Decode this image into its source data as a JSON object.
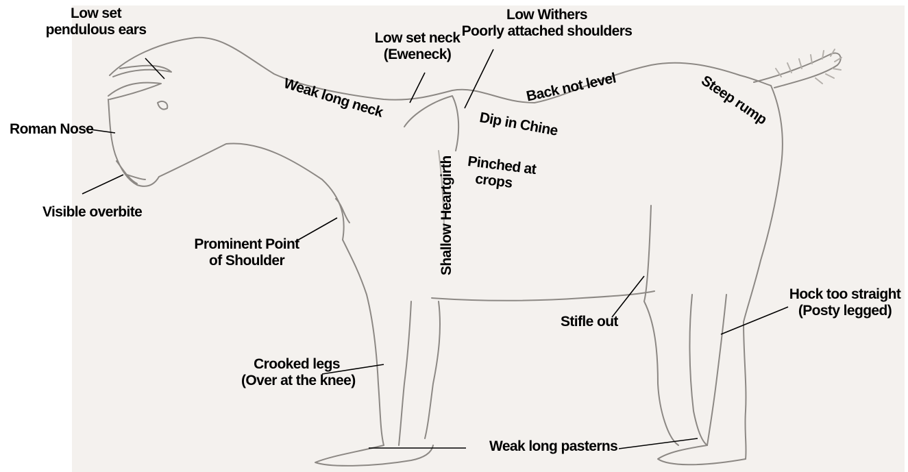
{
  "colors": {
    "paper": "#f4f1ee",
    "sketch": "#8c8884",
    "sketch_light": "#b4b0ab",
    "leader": "#000000",
    "text": "#000000"
  },
  "labels": {
    "ears_line1": "Low set",
    "ears_line2": "pendulous ears",
    "roman_nose": "Roman Nose",
    "overbite": "Visible overbite",
    "weak_neck": "Weak long neck",
    "low_neck_line1": "Low set neck",
    "low_neck_line2": "(Eweneck)",
    "withers_line1": "Low Withers",
    "withers_line2": "Poorly attached shoulders",
    "back": "Back not level",
    "chine": "Dip in Chine",
    "steep_rump": "Steep rump",
    "crops_line1": "Pinched at",
    "crops_line2": "crops",
    "heartgirth": "Shallow Heartgirth",
    "shoulder_line1": "Prominent Point",
    "shoulder_line2": "of Shoulder",
    "stifle": "Stifle out",
    "hock_line1": "Hock too straight",
    "hock_line2": "(Posty legged)",
    "crooked_line1": "Crooked legs",
    "crooked_line2": "(Over at the knee)",
    "pasterns": "Weak long pasterns"
  }
}
